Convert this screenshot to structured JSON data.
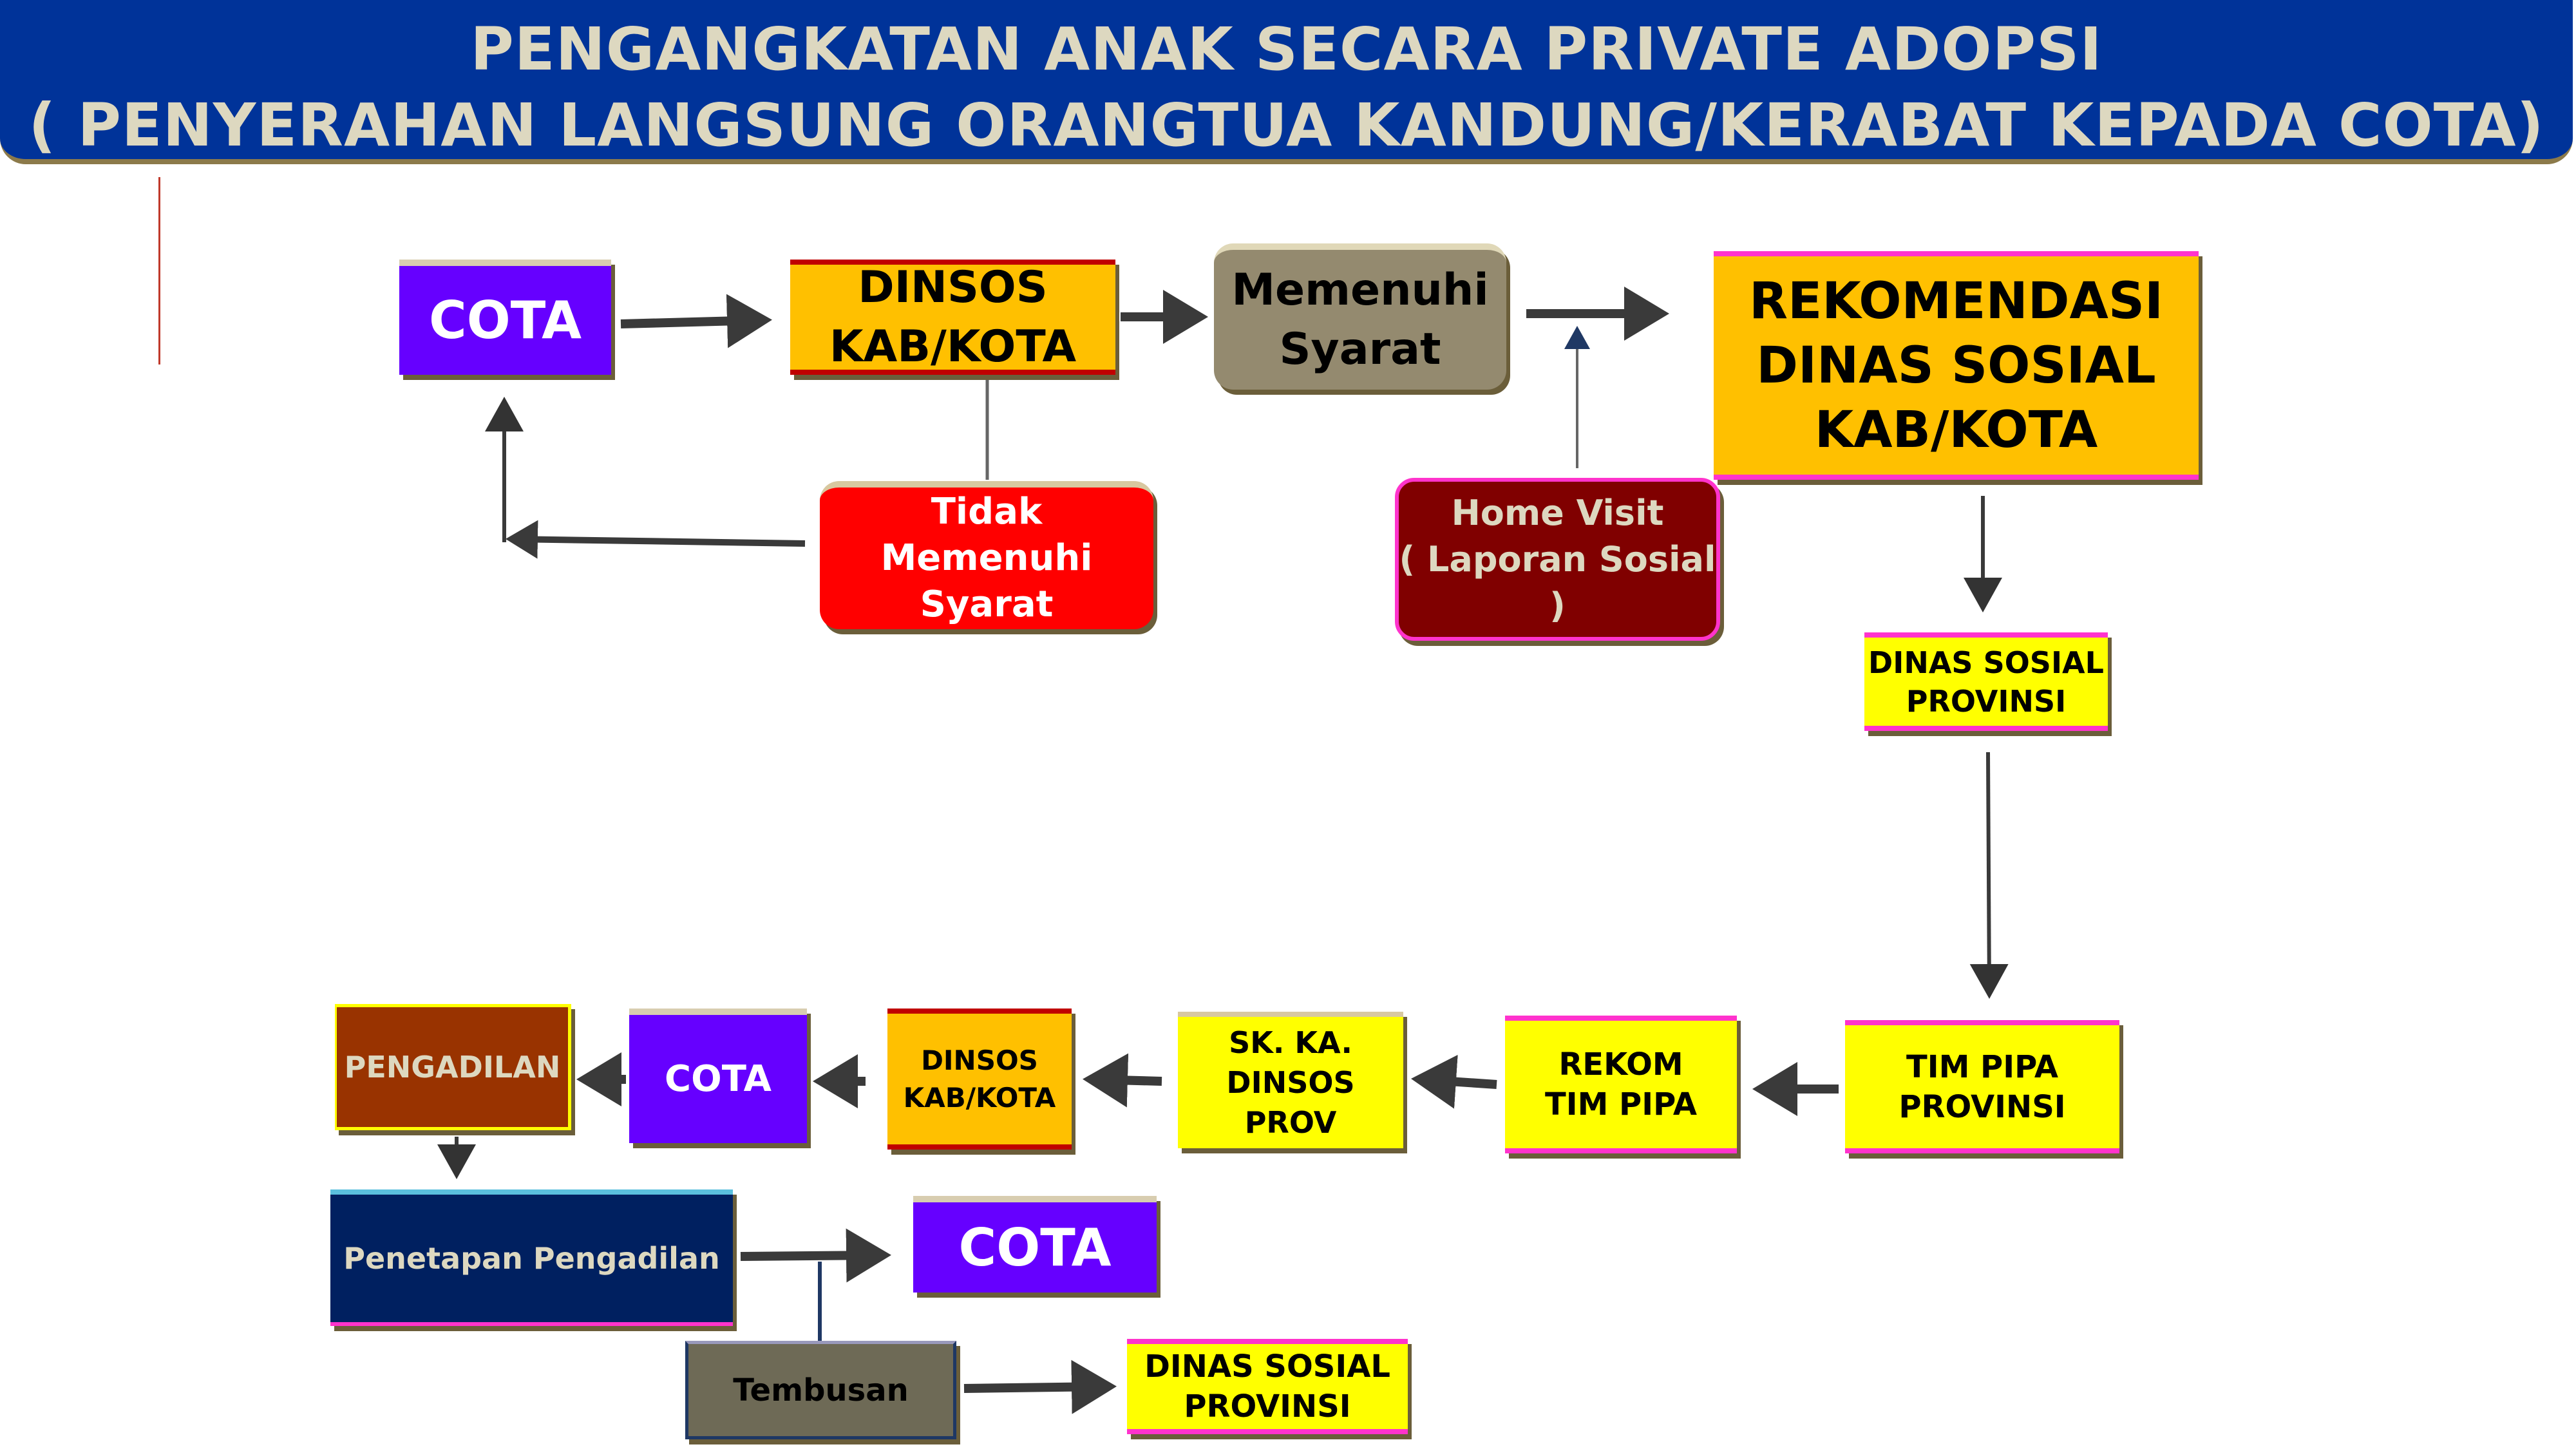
{
  "header": {
    "title_line1": "PENGANGKATAN ANAK SECARA PRIVATE ADOPSI",
    "title_line2": "( PENYERAHAN LANGSUNG ORANGTUA KANDUNG/KERABAT KEPADA COTA)"
  },
  "nodes": {
    "cota1": "COTA",
    "dinsos1": "DINSOS\nKAB/KOTA",
    "memenuhi": "Memenuhi\nSyarat",
    "rekomendasi": "REKOMENDASI\nDINAS SOSIAL\nKAB/KOTA",
    "tidak_memenuhi": "Tidak Memenuhi\nSyarat",
    "home_visit": "Home Visit\n( Laporan Sosial )",
    "dinas_prov1": "DINAS SOSIAL\nPROVINSI",
    "tim_pipa": "TIM PIPA\nPROVINSI",
    "rekom_tim": "REKOM\nTIM PIPA",
    "sk_ka": "SK. KA.\nDINSOS PROV",
    "dinsos2": "DINSOS\nKAB/KOTA",
    "cota2": "COTA",
    "pengadilan": "PENGADILAN",
    "penetapan": "Penetapan Pengadilan",
    "cota3": "COTA",
    "tembusan": "Tembusan",
    "dinas_prov2": "DINAS SOSIAL\nPROVINSI"
  },
  "colors": {
    "header": "#003399",
    "cota": "#6600ff",
    "orange": "#ffc000",
    "yellow": "#ffff00",
    "gray": "#948a6f",
    "red": "#ff0000",
    "maroon": "#800000",
    "brown": "#993300",
    "navy": "#002060",
    "olive": "#6e6a56"
  }
}
